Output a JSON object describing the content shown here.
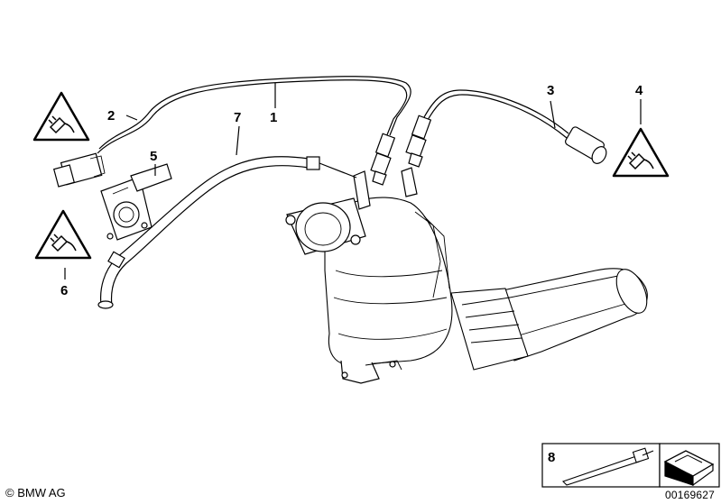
{
  "callouts": {
    "c1": "1",
    "c2": "2",
    "c3": "3",
    "c4": "4",
    "c5": "5",
    "c6": "6",
    "c7": "7",
    "c8": "8"
  },
  "footer": {
    "copyright": "© BMW AG",
    "doc_id": "00169627"
  },
  "icons": {
    "warning": "connector-warning-triangle-icon",
    "arrow": "navigation-arrow-icon",
    "cable_tie": "cable-tie-icon"
  }
}
